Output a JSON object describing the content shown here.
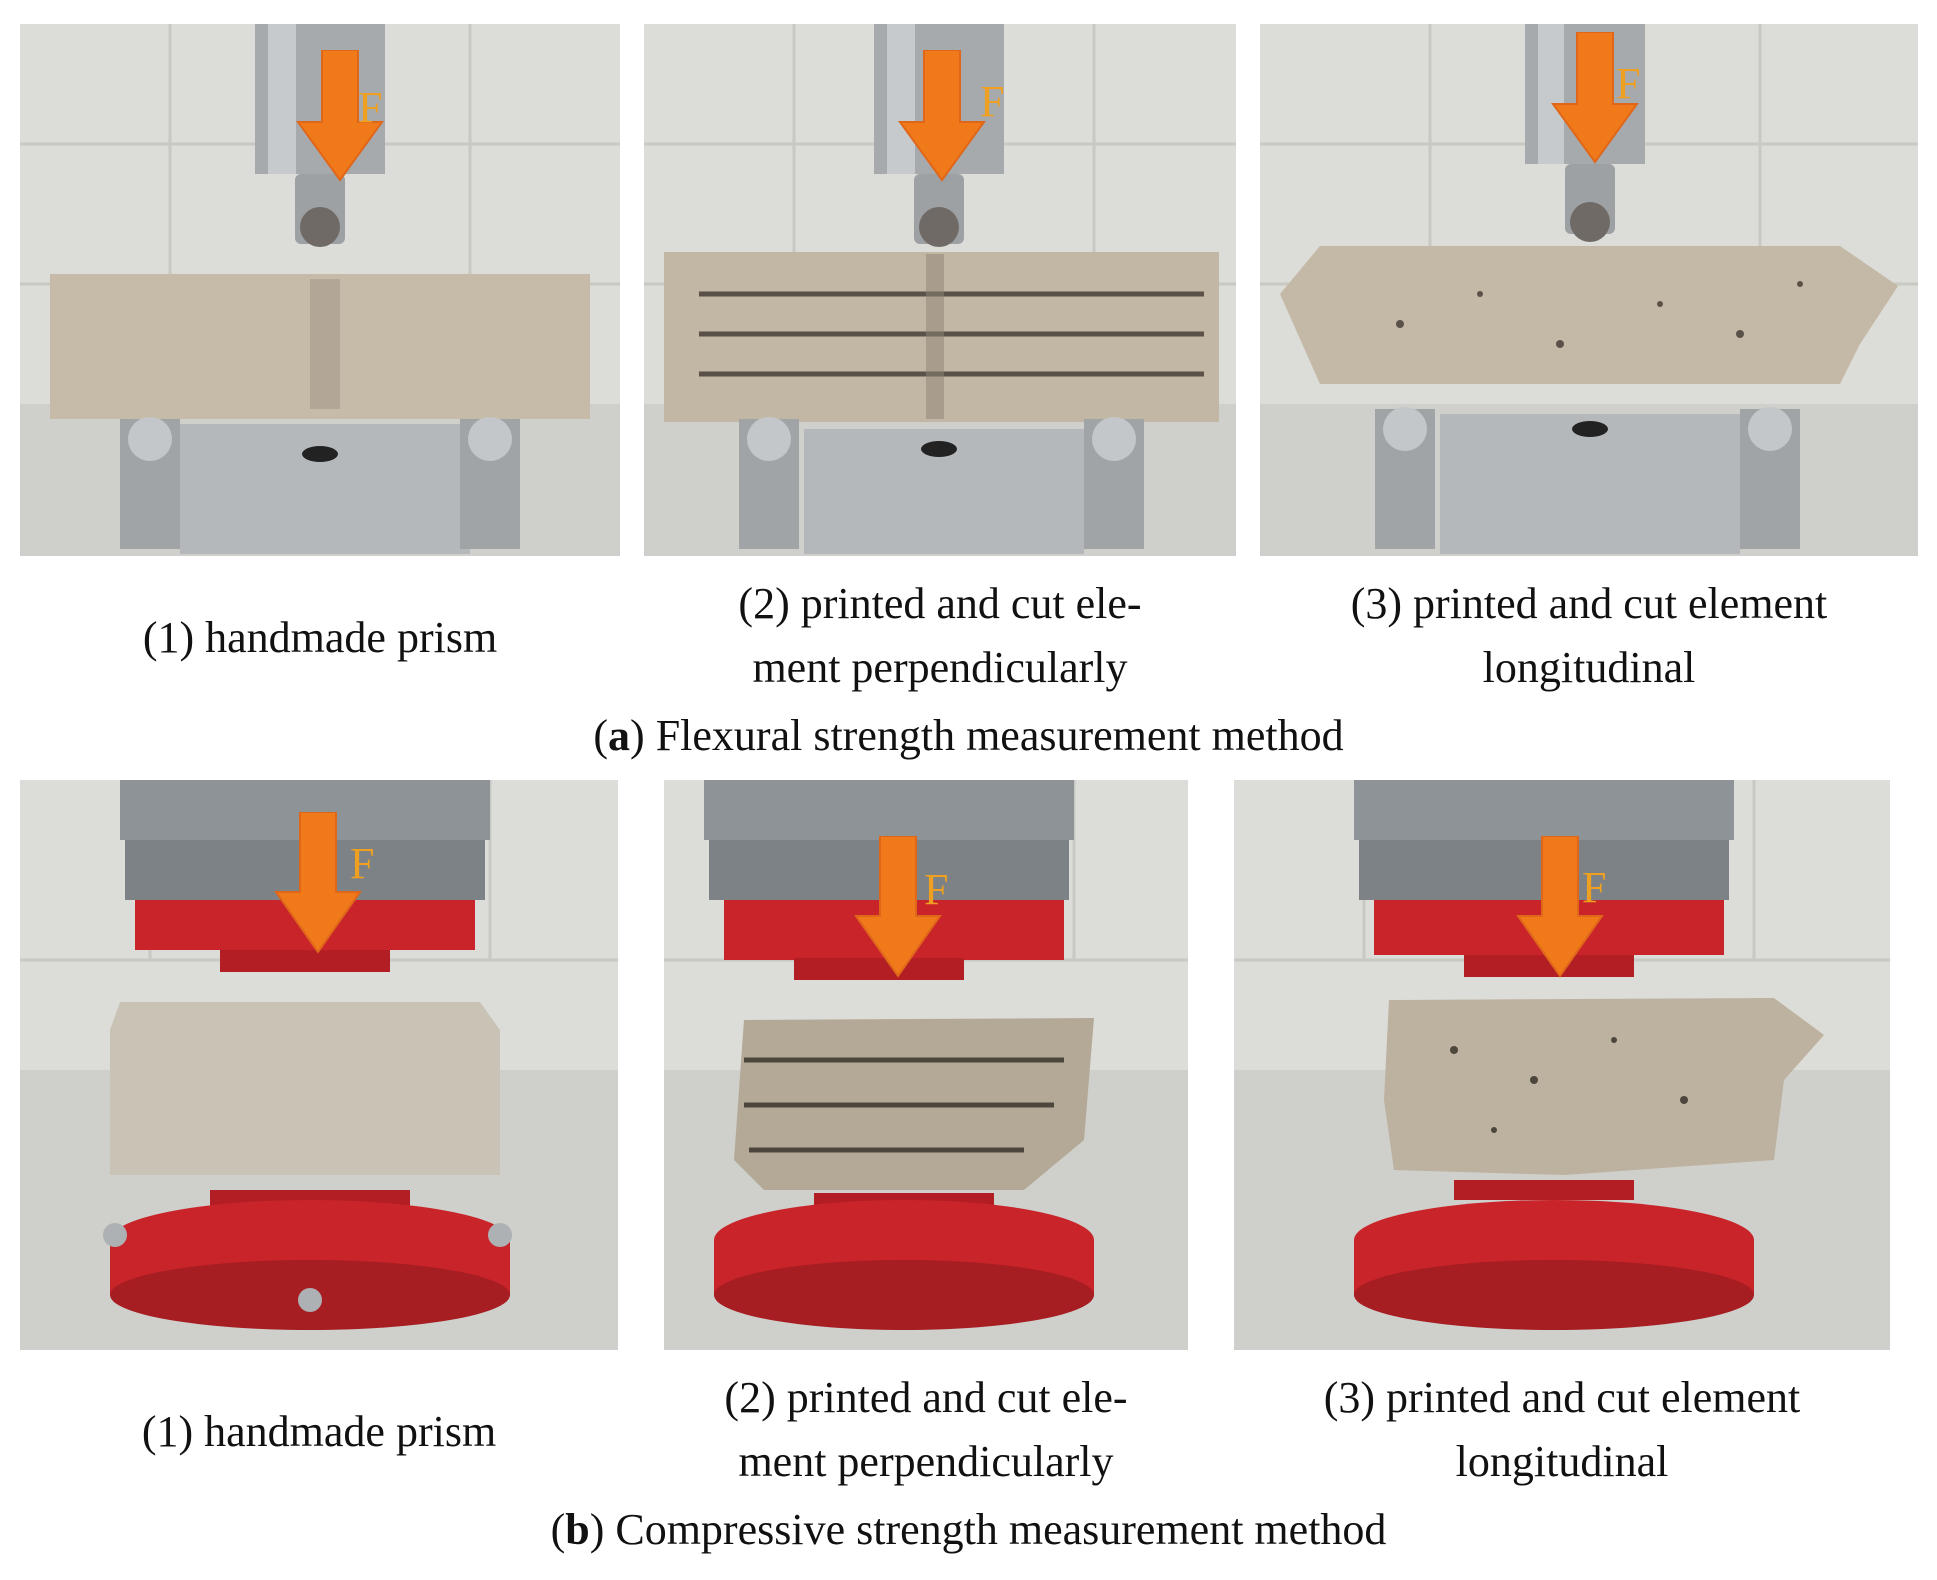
{
  "figure": {
    "panel_a": {
      "letter": "a",
      "title": "Flexural strength measurement method",
      "force_label": "F",
      "captions": [
        {
          "line1": "(1) handmade prism",
          "line2": ""
        },
        {
          "line1": "(2) printed and cut ele-",
          "line2": "ment perpendicularly"
        },
        {
          "line1": "(3) printed and cut element",
          "line2": "longitudinal"
        }
      ]
    },
    "panel_b": {
      "letter": "b",
      "title": "Compressive strength measurement method",
      "force_label": "F",
      "captions": [
        {
          "line1": "(1) handmade prism",
          "line2": ""
        },
        {
          "line1": "(2) printed and cut ele-",
          "line2": "ment perpendicularly"
        },
        {
          "line1": "(3) printed and cut element",
          "line2": "longitudinal"
        }
      ]
    },
    "colors": {
      "arrow": "#f07a1a",
      "force_label": "#f0a020",
      "press_red": "#c8242a",
      "steel": "#9aa0a4",
      "concrete": "#c6bba8"
    }
  }
}
